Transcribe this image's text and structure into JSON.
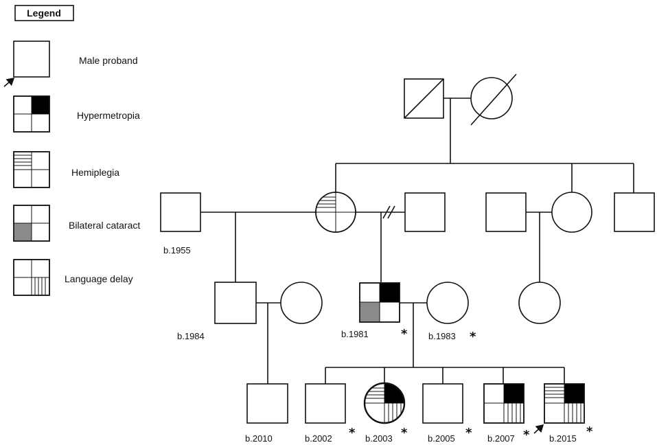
{
  "legend": {
    "title": "Legend",
    "items": [
      {
        "id": "proband",
        "label": "Male proband"
      },
      {
        "id": "hypermetropia",
        "label": "Hypermetropia"
      },
      {
        "id": "hemiplegia",
        "label": "Hemiplegia"
      },
      {
        "id": "cataract",
        "label": "Bilateral cataract"
      },
      {
        "id": "language",
        "label": "Language delay"
      }
    ]
  },
  "colors": {
    "hypermetropia": "#000000",
    "cataract": "#8a8a8a"
  },
  "asterisk": "*",
  "pedigree": {
    "gen1": [
      {
        "id": "g1-father",
        "sex": "male",
        "deceased": true
      },
      {
        "id": "g1-mother",
        "sex": "female",
        "deceased": true
      }
    ],
    "gen2": [
      {
        "id": "g2-husband1",
        "sex": "male",
        "birth": "b.1955"
      },
      {
        "id": "g2-mother",
        "sex": "female",
        "traits": [
          "hemiplegia"
        ]
      },
      {
        "id": "g2-husband2",
        "sex": "male",
        "divorced": true
      },
      {
        "id": "g2-brother-in-law",
        "sex": "male"
      },
      {
        "id": "g2-sister",
        "sex": "female"
      },
      {
        "id": "g2-brother",
        "sex": "male"
      }
    ],
    "gen3": [
      {
        "id": "g3-son1",
        "sex": "male",
        "birth": "b.1984"
      },
      {
        "id": "g3-son1-wife",
        "sex": "female"
      },
      {
        "id": "g3-father",
        "sex": "male",
        "birth": "b.1981",
        "traits": [
          "hypermetropia",
          "cataract"
        ],
        "tested": true
      },
      {
        "id": "g3-mother",
        "sex": "female",
        "birth": "b.1983",
        "tested": true
      },
      {
        "id": "g3-cousin",
        "sex": "female"
      }
    ],
    "gen4": [
      {
        "id": "g4-2010",
        "sex": "male",
        "birth": "b.2010"
      },
      {
        "id": "g4-2002",
        "sex": "male",
        "birth": "b.2002",
        "tested": true
      },
      {
        "id": "g4-2003",
        "sex": "female",
        "birth": "b.2003",
        "traits": [
          "hemiplegia",
          "hypermetropia",
          "language"
        ],
        "tested": true
      },
      {
        "id": "g4-2005",
        "sex": "male",
        "birth": "b.2005",
        "tested": true
      },
      {
        "id": "g4-2007",
        "sex": "male",
        "birth": "b.2007",
        "traits": [
          "hypermetropia",
          "language"
        ],
        "tested": true
      },
      {
        "id": "g4-2015",
        "sex": "male",
        "birth": "b.2015",
        "traits": [
          "hemiplegia",
          "hypermetropia",
          "language"
        ],
        "tested": true,
        "proband": true
      }
    ]
  }
}
